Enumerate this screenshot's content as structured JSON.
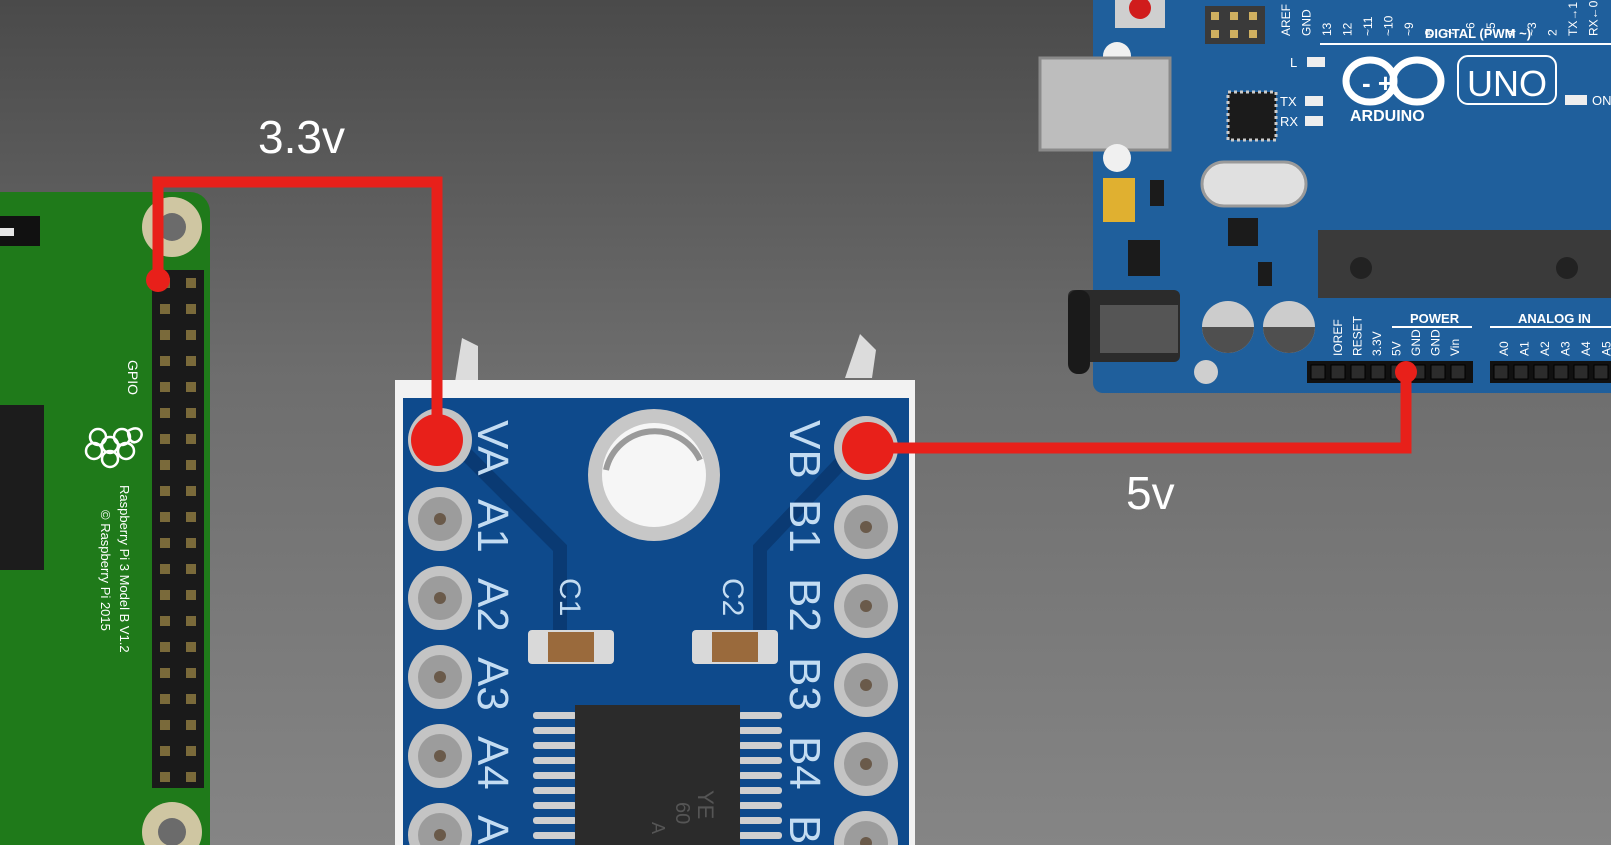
{
  "wires": {
    "left_label": "3.3v",
    "right_label": "5v",
    "color": "#e8201a"
  },
  "raspberry_pi": {
    "gpio_label": "GPIO",
    "model_label": "Raspberry Pi 3 Model B V1.2",
    "copyright_label": "© Raspberry Pi 2015",
    "board_color": "#1f7a1a"
  },
  "level_shifter": {
    "board_color": "#0e4a8c",
    "left_pins": [
      "VA",
      "A1",
      "A2",
      "A3",
      "A4",
      "A"
    ],
    "right_pins": [
      "VB",
      "B1",
      "B2",
      "B3",
      "B4",
      "B"
    ],
    "cap_left": "C1",
    "cap_right": "C2",
    "chip_text_1": "YE",
    "chip_text_2": "60",
    "chip_text_3": "A"
  },
  "arduino": {
    "board_color": "#1f5f9c",
    "logo_symbol": "- +",
    "brand": "ARDUINO",
    "model": "UNO",
    "digital_header": "DIGITAL (PWM ~)",
    "top_pins": [
      "AREF",
      "GND",
      "13",
      "12",
      "~11",
      "~10",
      "~9",
      "8",
      "7",
      "~6",
      "~5",
      "4",
      "~3",
      "2",
      "TX→1",
      "RX←0"
    ],
    "led_l": "L",
    "led_tx": "TX",
    "led_rx": "RX",
    "on_label": "ON",
    "power_header": "POWER",
    "power_pins": [
      "IOREF",
      "RESET",
      "3.3V",
      "5V",
      "GND",
      "GND",
      "Vin"
    ],
    "analog_header": "ANALOG IN",
    "analog_pins": [
      "A0",
      "A1",
      "A2",
      "A3",
      "A4",
      "A5"
    ]
  }
}
